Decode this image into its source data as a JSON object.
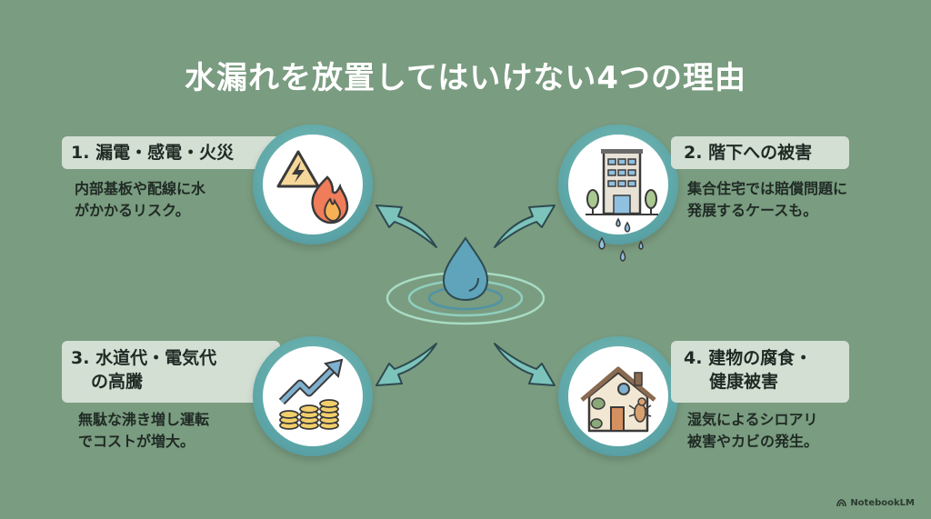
{
  "title": "水漏れを放置してはいけない4つの理由",
  "items": [
    {
      "number": "1.",
      "heading": "漏電・感電・火災",
      "heading_line2": "",
      "desc_line1": "内部基板や配線に水",
      "desc_line2": "がかかるリスク。",
      "icon": "electric-fire-icon"
    },
    {
      "number": "2.",
      "heading": "階下への被害",
      "heading_line2": "",
      "desc_line1": "集合住宅では賠償問題に",
      "desc_line2": "発展するケースも。",
      "icon": "building-leak-icon"
    },
    {
      "number": "3.",
      "heading": "水道代・電気代",
      "heading_line2": "の高騰",
      "desc_line1": "無駄な沸き増し運転",
      "desc_line2": "でコストが増大。",
      "icon": "rising-cost-icon"
    },
    {
      "number": "4.",
      "heading": "建物の腐食・",
      "heading_line2": "健康被害",
      "desc_line1": "湿気によるシロアリ",
      "desc_line2": "被害やカビの発生。",
      "icon": "house-termite-icon"
    }
  ],
  "center_icon": "water-drop-ripple-icon",
  "brand": "NotebookLM",
  "colors": {
    "background": "#7a9c80",
    "label_box": "#d3dfd3",
    "circle_ring": "#5aa3a6",
    "arrow": "#7cc4bb",
    "drop": "#5a9fb5"
  }
}
